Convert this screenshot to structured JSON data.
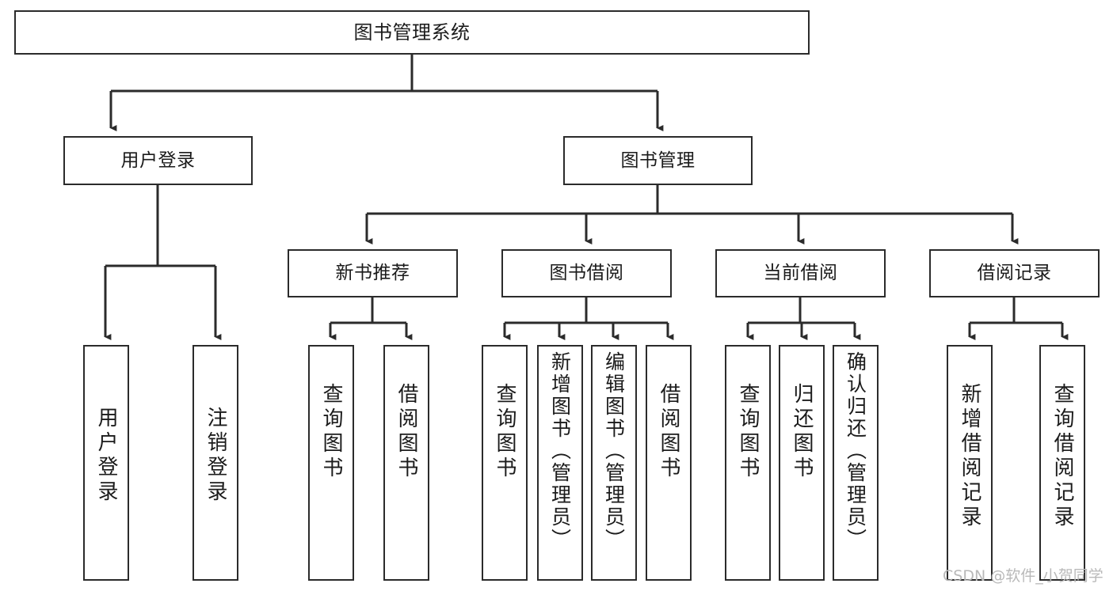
{
  "diagram": {
    "type": "tree-hierarchy",
    "title": "图书管理系统",
    "orientation": "top-down",
    "edge_color": "#2b2b2b",
    "node_border_color": "#2b2b2b",
    "node_fill_color": "#ffffff",
    "text_color": "#1b1b1b"
  },
  "nodes": {
    "root": {
      "label": "图书管理系统"
    },
    "level1": [
      {
        "id": "user-login",
        "label": "用户登录"
      },
      {
        "id": "book-manage",
        "label": "图书管理"
      }
    ],
    "level2": [
      {
        "id": "new-book-recommend",
        "label": "新书推荐"
      },
      {
        "id": "book-borrow",
        "label": "图书借阅"
      },
      {
        "id": "current-borrow",
        "label": "当前借阅"
      },
      {
        "id": "borrow-record",
        "label": "借阅记录"
      }
    ],
    "leaves": {
      "user_login": [
        {
          "id": "leaf-user-login",
          "label": "用户登录"
        },
        {
          "id": "leaf-user-logout",
          "label": "注销登录"
        }
      ],
      "new_book_recommend": [
        {
          "id": "leaf-query-book-1",
          "label": "查询图书"
        },
        {
          "id": "leaf-borrow-book-1",
          "label": "借阅图书"
        }
      ],
      "book_borrow": [
        {
          "id": "leaf-query-book-2",
          "label": "查询图书"
        },
        {
          "id": "leaf-add-book",
          "label": "新增图书（管理员）"
        },
        {
          "id": "leaf-edit-book",
          "label": "编辑图书（管理员）"
        },
        {
          "id": "leaf-borrow-book-2",
          "label": "借阅图书"
        }
      ],
      "current_borrow": [
        {
          "id": "leaf-query-book-3",
          "label": "查询图书"
        },
        {
          "id": "leaf-return-book",
          "label": "归还图书"
        },
        {
          "id": "leaf-confirm-return",
          "label": "确认归还（管理员）"
        }
      ],
      "borrow_record": [
        {
          "id": "leaf-add-record",
          "label": "新增借阅记录"
        },
        {
          "id": "leaf-query-record",
          "label": "查询借阅记录"
        }
      ]
    }
  },
  "watermark": {
    "text": "CSDN @软件_小贺同学"
  }
}
